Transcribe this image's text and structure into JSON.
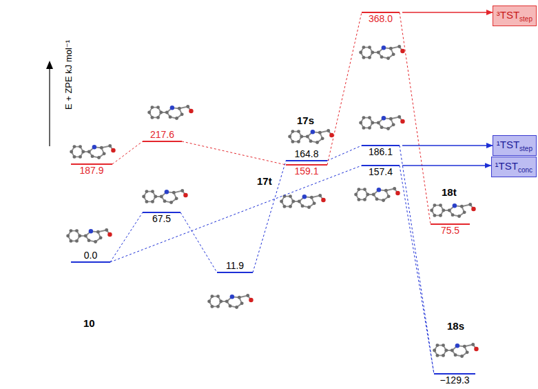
{
  "diagram": {
    "nodes": [
      {
        "text": [
          "0.0"
        ]
      },
      {
        "text": [
          "67.5"
        ]
      },
      {
        "text": [
          "11.9"
        ]
      },
      {
        "text": [
          "187.9"
        ]
      },
      {
        "text": [
          "217.6"
        ]
      },
      {
        "text": [
          "164.8"
        ]
      },
      {
        "text": [
          "159.1"
        ]
      },
      {
        "text": [
          "368.0"
        ]
      },
      {
        "text": [
          "186.1"
        ]
      },
      {
        "text": [
          "157.4"
        ]
      },
      {
        "text": [
          "75.5"
        ]
      },
      {
        "text": [
          "−129.3"
        ]
      },
      {
        "text": [
          "³TST",
          "step"
        ]
      },
      {
        "text": [
          "¹TST",
          "step"
        ]
      },
      {
        "text": [
          "¹TST",
          "conc"
        ]
      }
    ],
    "edges": [
      {
        "from": 0,
        "to": 1,
        "arrow": "none"
      },
      {
        "from": 1,
        "to": 2,
        "arrow": "none"
      },
      {
        "from": 0,
        "to": 9,
        "arrow": "none"
      },
      {
        "from": 2,
        "to": 5,
        "arrow": "none"
      },
      {
        "from": 5,
        "to": 8,
        "arrow": "none"
      },
      {
        "from": 8,
        "to": 11,
        "arrow": "none"
      },
      {
        "from": 9,
        "to": 11,
        "arrow": "none"
      },
      {
        "from": 3,
        "to": 4,
        "arrow": "none"
      },
      {
        "from": 4,
        "to": 6,
        "arrow": "none"
      },
      {
        "from": 6,
        "to": 7,
        "arrow": "none"
      },
      {
        "from": 7,
        "to": 10,
        "arrow": "none"
      },
      {
        "from": 7,
        "to": 12,
        "arrow": "to"
      },
      {
        "from": 8,
        "to": 13,
        "arrow": "to"
      },
      {
        "from": 9,
        "to": 14,
        "arrow": "to"
      }
    ],
    "labels": [
      "E + ZPE kJ mol⁻¹",
      "10",
      "17s",
      "17t",
      "18t",
      "18s"
    ]
  }
}
